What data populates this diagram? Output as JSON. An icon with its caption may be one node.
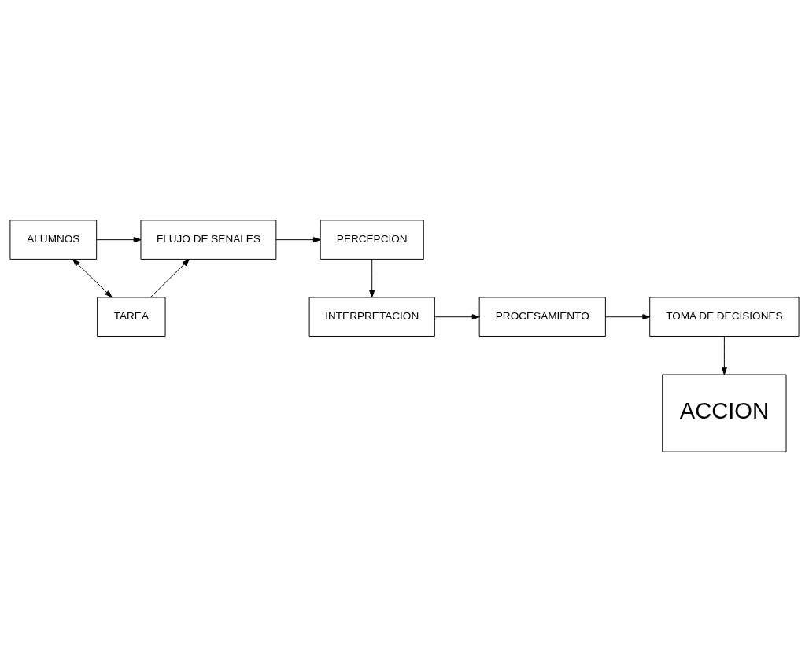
{
  "diagram": {
    "nodes": [
      {
        "text": [
          "ALUMNOS"
        ]
      },
      {
        "text": [
          "TAREA"
        ]
      },
      {
        "text": [
          "FLUJO DE SEÑALES"
        ]
      },
      {
        "text": [
          "PERCEPCION"
        ]
      },
      {
        "text": [
          "INTERPRETACION"
        ]
      },
      {
        "text": [
          "PROCESAMIENTO"
        ]
      },
      {
        "text": [
          "TOMA DE DECISIONES"
        ]
      },
      {
        "text": [
          "ACCION"
        ]
      }
    ],
    "edges": [
      {
        "from": 0,
        "to": 1,
        "arrow": "both"
      },
      {
        "from": 0,
        "to": 2,
        "arrow": "to"
      },
      {
        "from": 1,
        "to": 2,
        "arrow": "to"
      },
      {
        "from": 2,
        "to": 3,
        "arrow": "to"
      },
      {
        "from": 3,
        "to": 4,
        "arrow": "to"
      },
      {
        "from": 4,
        "to": 5,
        "arrow": "to"
      },
      {
        "from": 5,
        "to": 6,
        "arrow": "to"
      },
      {
        "from": 6,
        "to": 7,
        "arrow": "to"
      }
    ]
  }
}
